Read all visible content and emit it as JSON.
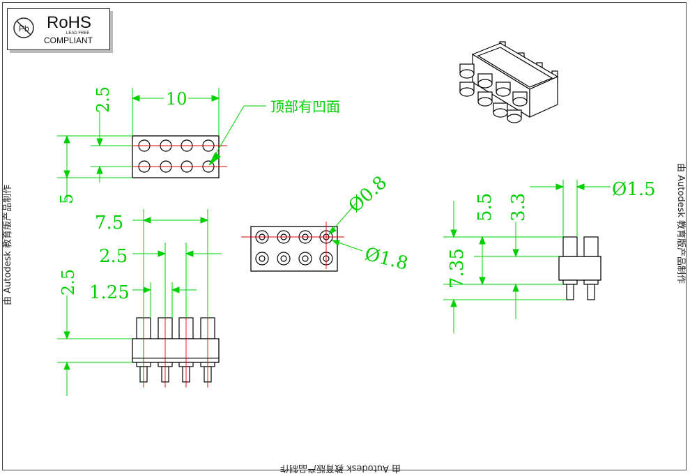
{
  "logo": {
    "brand": "RoHS",
    "lead_free": "LEAD FREE",
    "compliant": "COMPLIANT",
    "mark_letters": "Pb"
  },
  "watermark": {
    "text": "由 Autodesk 教育版产品制作"
  },
  "annotation": {
    "text": "顶部有凹面"
  },
  "dimensions": {
    "top_width": "10",
    "top_row_pitch": "2.5",
    "top_height": "5",
    "side_span": "7.5",
    "side_pitch": "2.5",
    "side_pin_half": "1.25",
    "side_vertical": "2.5",
    "hole_inner": "Ø0.8",
    "hole_outer": "Ø1.8",
    "right_pin_dia": "Ø1.5",
    "right_height_total": "7.35",
    "right_height_a": "5.5",
    "right_height_b": "3.3"
  },
  "colors": {
    "dimension": "#00d000",
    "centerline": "#e00000",
    "outline": "#000000"
  }
}
